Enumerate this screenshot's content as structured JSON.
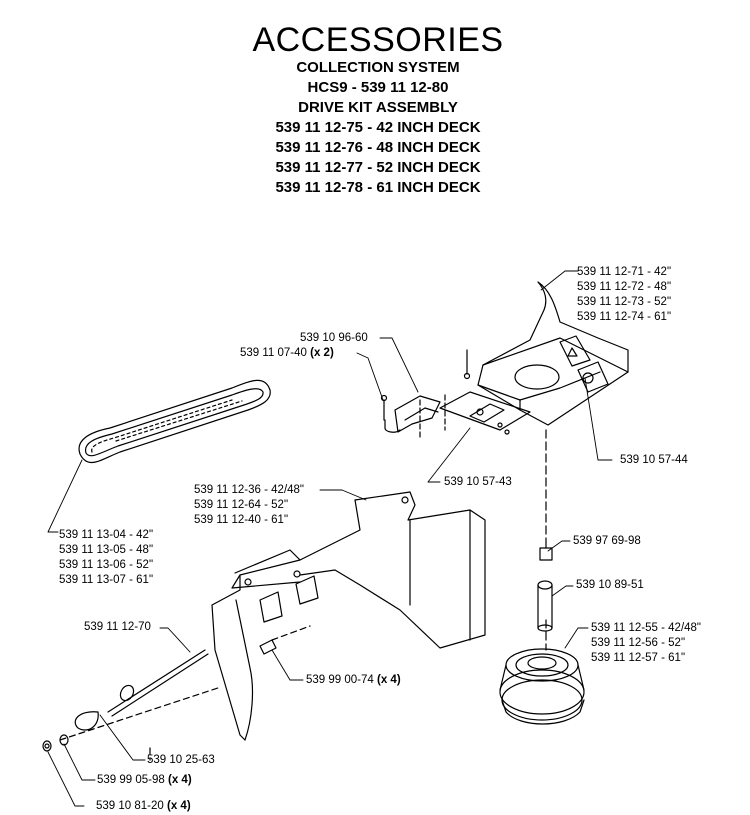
{
  "header": {
    "title": "ACCESSORIES",
    "lines": [
      "COLLECTION SYSTEM",
      "HCS9 - 539 11 12-80",
      "DRIVE KIT ASSEMBLY",
      "539 11 12-75 - 42 INCH DECK",
      "539 11 12-76 - 48 INCH DECK",
      "539 11 12-77 - 52 INCH DECK",
      "539 11 12-78 - 61 INCH DECK"
    ]
  },
  "parts": {
    "cover": [
      "539 11 12-71 - 42\"",
      "539 11 12-72 - 48\"",
      "539 11 12-73 - 52\"",
      "539 11 12-74 - 61\""
    ],
    "latch": "539 10 96-60",
    "pin": {
      "num": "539 11 07-40",
      "qty": "(x 2)"
    },
    "decal_44": "539 10 57-44",
    "decal_43": "539 10 57-43",
    "bracket": [
      "539 11 12-36 - 42/48\"",
      "539 11 12-64 - 52\"",
      "539 11 12-40 - 61\""
    ],
    "belt": [
      "539 11 13-04 - 42\"",
      "539 11 13-05 - 48\"",
      "539 11 13-06 - 52\"",
      "539 11 13-07 - 61\""
    ],
    "bolt_98": "539 97 69-98",
    "spacer": "539 10 89-51",
    "pulley": [
      "539 11 12-55 - 42/48\"",
      "539 11 12-56 - 52\"",
      "539 11 12-57 - 61\""
    ],
    "rod": "539 11 12-70",
    "screw_74": {
      "num": "539 99 00-74",
      "qty": "(x 4)"
    },
    "spring": "539 10 25-63",
    "washer_98": {
      "num": "539 99 05-98",
      "qty": "(x 4)"
    },
    "nut_20": {
      "num": "539 10 81-20",
      "qty": "(x 4)"
    }
  }
}
